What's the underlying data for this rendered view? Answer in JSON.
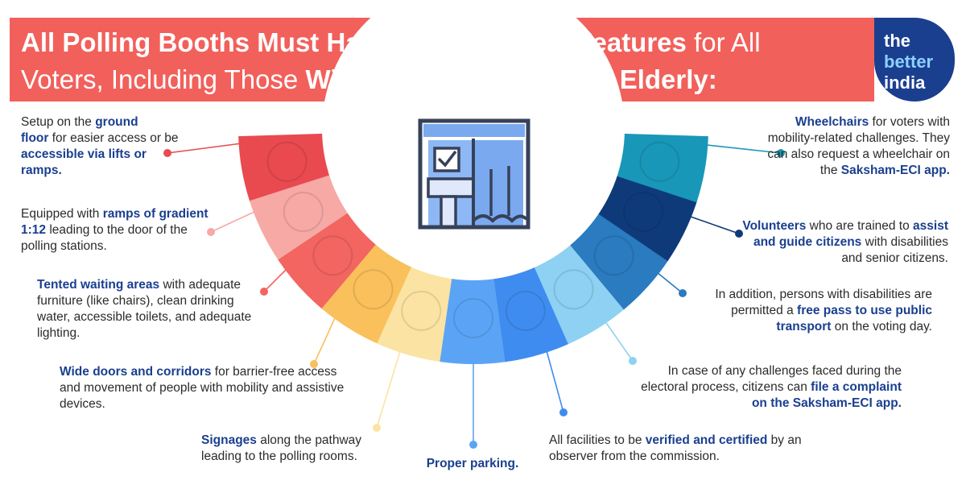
{
  "header": {
    "title_line1_bold": "All Polling Booths Must Have the Following Features",
    "title_line1_rest": " for All",
    "title_line2_plain": "Voters, Including Those ",
    "title_line2_bold": "With Disabilities and the Elderly:"
  },
  "logo": {
    "line1": "the",
    "line2": "better",
    "line3": "india"
  },
  "icons": {
    "center": "polling-booth-icon"
  },
  "colors": {
    "banner": "#f2605b",
    "highlight_text": "#1a3f8f",
    "wheel_warm": [
      "#e84a4f",
      "#f6a9a5",
      "#f26560",
      "#f9c05c",
      "#fbe3a3"
    ],
    "wheel_cool": [
      "#5ba4f5",
      "#3f8cf0",
      "#8ed1f2",
      "#2a7bbf",
      "#0f3a7a",
      "#1997b8"
    ]
  },
  "notes": [
    {
      "id": "ground",
      "p1": "Setup on the ",
      "b1": "ground",
      "p2": "",
      "b2": "floor",
      "p3": " for easier access or be ",
      "b3": "accessible via lifts or ramps.",
      "p4": ""
    },
    {
      "id": "ramps",
      "p1": "Equipped with ",
      "b1": "ramps of gradient 1:12",
      "p2": " leading to the door of the polling stations."
    },
    {
      "id": "tented",
      "b1": "Tented waiting areas",
      "p1": " with adequate furniture (like chairs), clean drinking water, accessible toilets, and adequate lighting."
    },
    {
      "id": "doors",
      "b1": "Wide doors and corridors",
      "p1": " for barrier-free access and movement of people with mobility and assistive devices."
    },
    {
      "id": "signages",
      "b1": "Signages",
      "p1": " along the pathway leading to the polling rooms."
    },
    {
      "id": "parking",
      "b1": "Proper parking."
    },
    {
      "id": "verified",
      "p1": "All facilities to be ",
      "b1": "verified and certified",
      "p2": " by an observer from the commission."
    },
    {
      "id": "complaint",
      "p1": "In case of any challenges faced during the electoral process, citizens can ",
      "b1": "file a complaint on the Saksham-ECI app."
    },
    {
      "id": "freepass",
      "p1": "In addition, persons with disabilities are permitted a ",
      "b1": "free pass to use public transport",
      "p2": " on the voting day."
    },
    {
      "id": "volunteers",
      "b1": "Volunteers",
      "p1": " who are trained to ",
      "b2": "assist and guide citizens",
      "p2": " with disabilities and senior citizens."
    },
    {
      "id": "wheelchairs",
      "b1": "Wheelchairs",
      "p1": " for voters with mobility-related challenges. They can also request a wheelchair on the ",
      "b2": "Saksham-ECI app."
    }
  ]
}
